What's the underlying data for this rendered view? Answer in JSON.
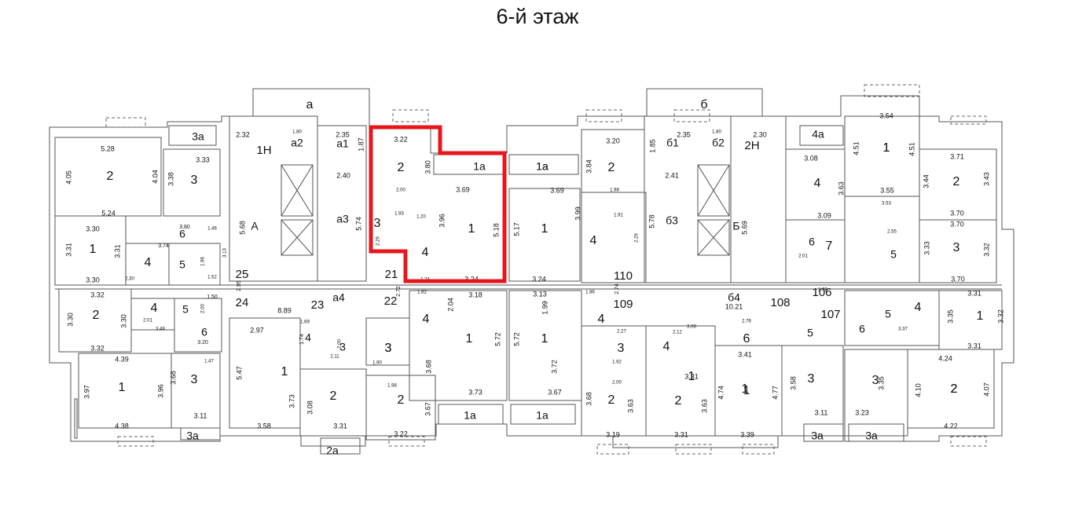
{
  "title": "6-й этаж",
  "colors": {
    "highlight": "#e8161b",
    "apartment_number": "#c2185b",
    "wall": "#555555",
    "line": "#777777"
  },
  "rooms": [
    {
      "id": "r1",
      "label": "2"
    },
    {
      "id": "r2",
      "label": "3"
    },
    {
      "id": "r3",
      "label": "3а"
    },
    {
      "id": "r4",
      "label": "1"
    },
    {
      "id": "r5",
      "label": "4"
    },
    {
      "id": "r6",
      "label": "6"
    },
    {
      "id": "r7",
      "label": "5"
    },
    {
      "id": "r8",
      "label": "2"
    },
    {
      "id": "r9",
      "label": "4"
    },
    {
      "id": "r10",
      "label": "5"
    },
    {
      "id": "r11",
      "label": "6"
    },
    {
      "id": "r12",
      "label": "1"
    },
    {
      "id": "r13",
      "label": "3"
    },
    {
      "id": "r14",
      "label": "3а"
    },
    {
      "id": "r15",
      "label": "а"
    },
    {
      "id": "r16",
      "label": "а2"
    },
    {
      "id": "r17",
      "label": "а1"
    },
    {
      "id": "r18",
      "label": "А"
    },
    {
      "id": "r19",
      "label": "а3"
    },
    {
      "id": "r20",
      "label": "а4"
    },
    {
      "id": "r21",
      "label": "2"
    },
    {
      "id": "r22",
      "label": "3"
    },
    {
      "id": "r23",
      "label": "4"
    },
    {
      "id": "r24",
      "label": "1"
    },
    {
      "id": "r25",
      "label": "1а"
    },
    {
      "id": "r26",
      "label": "4"
    },
    {
      "id": "r27",
      "label": "3"
    },
    {
      "id": "r28",
      "label": "1"
    },
    {
      "id": "r29",
      "label": "2"
    },
    {
      "id": "r30",
      "label": "1а"
    },
    {
      "id": "r31",
      "label": "1"
    },
    {
      "id": "r32",
      "label": "2"
    },
    {
      "id": "r33",
      "label": "4"
    },
    {
      "id": "r34",
      "label": "3"
    },
    {
      "id": "r35",
      "label": "3"
    },
    {
      "id": "r36",
      "label": "2"
    },
    {
      "id": "r37",
      "label": "4"
    },
    {
      "id": "r38",
      "label": "1"
    },
    {
      "id": "r39",
      "label": "1"
    },
    {
      "id": "r40",
      "label": "1"
    },
    {
      "id": "r41",
      "label": "1а"
    },
    {
      "id": "r42",
      "label": "1а"
    },
    {
      "id": "r43",
      "label": "2"
    },
    {
      "id": "r44",
      "label": "4"
    },
    {
      "id": "r45",
      "label": "3"
    },
    {
      "id": "r46",
      "label": "2"
    },
    {
      "id": "r47",
      "label": "1"
    },
    {
      "id": "r48",
      "label": "1"
    },
    {
      "id": "r49",
      "label": "1а"
    },
    {
      "id": "r50",
      "label": "б"
    },
    {
      "id": "r51",
      "label": "б1"
    },
    {
      "id": "r52",
      "label": "б2"
    },
    {
      "id": "r53",
      "label": "б3"
    },
    {
      "id": "r54",
      "label": "Б"
    },
    {
      "id": "r55",
      "label": "б4"
    },
    {
      "id": "r56",
      "label": "4а"
    },
    {
      "id": "r57",
      "label": "4"
    },
    {
      "id": "r58",
      "label": "1"
    },
    {
      "id": "r59",
      "label": "2"
    },
    {
      "id": "r60",
      "label": "6"
    },
    {
      "id": "r61",
      "label": "5"
    },
    {
      "id": "r62",
      "label": "7"
    },
    {
      "id": "r63",
      "label": "3"
    },
    {
      "id": "r64",
      "label": "4"
    },
    {
      "id": "r65",
      "label": "6"
    },
    {
      "id": "r66",
      "label": "5"
    },
    {
      "id": "r67",
      "label": "1"
    },
    {
      "id": "r68",
      "label": "3"
    },
    {
      "id": "r69",
      "label": "2"
    },
    {
      "id": "r70",
      "label": "3а"
    },
    {
      "id": "r71",
      "label": "3а"
    },
    {
      "id": "r72",
      "label": "4"
    },
    {
      "id": "r73",
      "label": "6"
    },
    {
      "id": "r74",
      "label": "5"
    },
    {
      "id": "r75",
      "label": "1"
    },
    {
      "id": "r76",
      "label": "3"
    },
    {
      "id": "r77",
      "label": "2"
    },
    {
      "id": "r78",
      "label": "2а"
    }
  ],
  "apartments": [
    {
      "id": "a1",
      "label": "1Н"
    },
    {
      "id": "a2",
      "label": "2Н"
    },
    {
      "id": "a3",
      "label": "21"
    },
    {
      "id": "a4",
      "label": "22"
    },
    {
      "id": "a5",
      "label": "23"
    },
    {
      "id": "a6",
      "label": "24"
    },
    {
      "id": "a7",
      "label": "25"
    },
    {
      "id": "a8",
      "label": "106"
    },
    {
      "id": "a9",
      "label": "107"
    },
    {
      "id": "a10",
      "label": "108"
    },
    {
      "id": "a11",
      "label": "109"
    },
    {
      "id": "a12",
      "label": "110"
    }
  ],
  "dims": [
    {
      "id": "d1",
      "label": "5.28"
    },
    {
      "id": "d2",
      "label": "4.05"
    },
    {
      "id": "d3",
      "label": "4.04"
    },
    {
      "id": "d4",
      "label": "5.24"
    },
    {
      "id": "d5",
      "label": "3.33"
    },
    {
      "id": "d6",
      "label": "3.38"
    },
    {
      "id": "d7",
      "label": "3.80"
    },
    {
      "id": "d8",
      "label": "3.30"
    },
    {
      "id": "d9",
      "label": "3.31"
    },
    {
      "id": "d10",
      "label": "3.31"
    },
    {
      "id": "d11",
      "label": "3.30"
    },
    {
      "id": "d12",
      "label": "3.74"
    },
    {
      "id": "d13",
      "label": "2.30"
    },
    {
      "id": "d14",
      "label": "1.96"
    },
    {
      "id": "d15",
      "label": "1.52"
    },
    {
      "id": "d16",
      "label": "3.13"
    },
    {
      "id": "d17",
      "label": "1.46"
    },
    {
      "id": "d18",
      "label": "3.32"
    },
    {
      "id": "d19",
      "label": "3.30"
    },
    {
      "id": "d20",
      "label": "3.30"
    },
    {
      "id": "d21",
      "label": "3.32"
    },
    {
      "id": "d22",
      "label": "1.50"
    },
    {
      "id": "d23",
      "label": "2.00"
    },
    {
      "id": "d24",
      "label": "2.01"
    },
    {
      "id": "d25",
      "label": "3.48"
    },
    {
      "id": "d26",
      "label": "3.20"
    },
    {
      "id": "d27",
      "label": "1.47"
    },
    {
      "id": "d28",
      "label": "4.39"
    },
    {
      "id": "d29",
      "label": "3.97"
    },
    {
      "id": "d30",
      "label": "3.96"
    },
    {
      "id": "d31",
      "label": "3.68"
    },
    {
      "id": "d32",
      "label": "4.38"
    },
    {
      "id": "d33",
      "label": "3.11"
    },
    {
      "id": "d34",
      "label": "2.32"
    },
    {
      "id": "d35",
      "label": "1.80"
    },
    {
      "id": "d36",
      "label": "2.35"
    },
    {
      "id": "d37",
      "label": "1.87"
    },
    {
      "id": "d38",
      "label": "2.40"
    },
    {
      "id": "d39",
      "label": "5.68"
    },
    {
      "id": "d40",
      "label": "5.74"
    },
    {
      "id": "d41",
      "label": "2.95"
    },
    {
      "id": "d42",
      "label": "8.89"
    },
    {
      "id": "d43",
      "label": "2.97"
    },
    {
      "id": "d44",
      "label": "5.47"
    },
    {
      "id": "d45",
      "label": "3.73"
    },
    {
      "id": "d46",
      "label": "3.58"
    },
    {
      "id": "d47",
      "label": "3.08"
    },
    {
      "id": "d48",
      "label": "3.31"
    },
    {
      "id": "d49",
      "label": "1.74"
    },
    {
      "id": "d50",
      "label": "1.69"
    },
    {
      "id": "d51",
      "label": "2.11"
    },
    {
      "id": "d52",
      "label": "2.00"
    },
    {
      "id": "d53",
      "label": "3.22"
    },
    {
      "id": "d54",
      "label": "3.80"
    },
    {
      "id": "d55",
      "label": "2.00"
    },
    {
      "id": "d56",
      "label": "3.69"
    },
    {
      "id": "d57",
      "label": "3.96"
    },
    {
      "id": "d58",
      "label": "5.18"
    },
    {
      "id": "d59",
      "label": "3.24"
    },
    {
      "id": "d60",
      "label": "1.20"
    },
    {
      "id": "d61",
      "label": "1.93"
    },
    {
      "id": "d62",
      "label": "2.29"
    },
    {
      "id": "d63",
      "label": "2.72"
    },
    {
      "id": "d64",
      "label": "1.74"
    },
    {
      "id": "d65",
      "label": "3.18"
    },
    {
      "id": "d66",
      "label": "5.72"
    },
    {
      "id": "d67",
      "label": "2.04"
    },
    {
      "id": "d68",
      "label": "3.68"
    },
    {
      "id": "d69",
      "label": "3.73"
    },
    {
      "id": "d70",
      "label": "3.67"
    },
    {
      "id": "d71",
      "label": "3.22"
    },
    {
      "id": "d72",
      "label": "1.98"
    },
    {
      "id": "d73",
      "label": "1.90"
    },
    {
      "id": "d74",
      "label": "1.82"
    },
    {
      "id": "d75",
      "label": "3.69"
    },
    {
      "id": "d76",
      "label": "5.17"
    },
    {
      "id": "d77",
      "label": "3.24"
    },
    {
      "id": "d78",
      "label": "3.13"
    },
    {
      "id": "d79",
      "label": "5.72"
    },
    {
      "id": "d80",
      "label": "3.67"
    },
    {
      "id": "d81",
      "label": "1.99"
    },
    {
      "id": "d82",
      "label": "3.72"
    },
    {
      "id": "d83",
      "label": "3.20"
    },
    {
      "id": "d84",
      "label": "3.84"
    },
    {
      "id": "d85",
      "label": "3.99"
    },
    {
      "id": "d86",
      "label": "1.91"
    },
    {
      "id": "d87",
      "label": "1.98"
    },
    {
      "id": "d88",
      "label": "2.29"
    },
    {
      "id": "d89",
      "label": "1.86"
    },
    {
      "id": "d90",
      "label": "2.27"
    },
    {
      "id": "d91",
      "label": "1.92"
    },
    {
      "id": "d92",
      "label": "3.68"
    },
    {
      "id": "d93",
      "label": "2.00"
    },
    {
      "id": "d94",
      "label": "3.19"
    },
    {
      "id": "d95",
      "label": "2.74"
    },
    {
      "id": "d96",
      "label": "2.35"
    },
    {
      "id": "d97",
      "label": "1.80"
    },
    {
      "id": "d98",
      "label": "2.30"
    },
    {
      "id": "d99",
      "label": "1.85"
    },
    {
      "id": "d100",
      "label": "2.41"
    },
    {
      "id": "d101",
      "label": "5.78"
    },
    {
      "id": "d102",
      "label": "5.69"
    },
    {
      "id": "d103",
      "label": "10.21"
    },
    {
      "id": "d104",
      "label": "3.08"
    },
    {
      "id": "d105",
      "label": "2.76"
    },
    {
      "id": "d106",
      "label": "3.63"
    },
    {
      "id": "d107",
      "label": "3.63"
    },
    {
      "id": "d108",
      "label": "3.31"
    },
    {
      "id": "d109",
      "label": "3.31"
    },
    {
      "id": "d110",
      "label": "3.41"
    },
    {
      "id": "d111",
      "label": "4.74"
    },
    {
      "id": "d112",
      "label": "4.77"
    },
    {
      "id": "d113",
      "label": "3.39"
    },
    {
      "id": "d114",
      "label": "2.12"
    },
    {
      "id": "d115",
      "label": "3.54"
    },
    {
      "id": "d116",
      "label": "4.51"
    },
    {
      "id": "d117",
      "label": "4.51"
    },
    {
      "id": "d118",
      "label": "3.55"
    },
    {
      "id": "d119",
      "label": "3.08"
    },
    {
      "id": "d120",
      "label": "3.63"
    },
    {
      "id": "d121",
      "label": "3.71"
    },
    {
      "id": "d122",
      "label": "3.44"
    },
    {
      "id": "d123",
      "label": "3.43"
    },
    {
      "id": "d124",
      "label": "3.70"
    },
    {
      "id": "d125",
      "label": "3.09"
    },
    {
      "id": "d126",
      "label": "3.53"
    },
    {
      "id": "d127",
      "label": "2.55"
    },
    {
      "id": "d128",
      "label": "3.70"
    },
    {
      "id": "d129",
      "label": "3.33"
    },
    {
      "id": "d130",
      "label": "3.32"
    },
    {
      "id": "d131",
      "label": "3.70"
    },
    {
      "id": "d132",
      "label": "2.01"
    },
    {
      "id": "d133",
      "label": "3.31"
    },
    {
      "id": "d134",
      "label": "3.35"
    },
    {
      "id": "d135",
      "label": "3.32"
    },
    {
      "id": "d136",
      "label": "3.31"
    },
    {
      "id": "d137",
      "label": "3.37"
    },
    {
      "id": "d138",
      "label": "3.58"
    },
    {
      "id": "d139",
      "label": "3.11"
    },
    {
      "id": "d140",
      "label": "3.35"
    },
    {
      "id": "d141",
      "label": "4.10"
    },
    {
      "id": "d142",
      "label": "4.07"
    },
    {
      "id": "d143",
      "label": "4.24"
    },
    {
      "id": "d144",
      "label": "3.23"
    },
    {
      "id": "d145",
      "label": "4.22"
    },
    {
      "id": "d146",
      "label": "1.99"
    }
  ]
}
